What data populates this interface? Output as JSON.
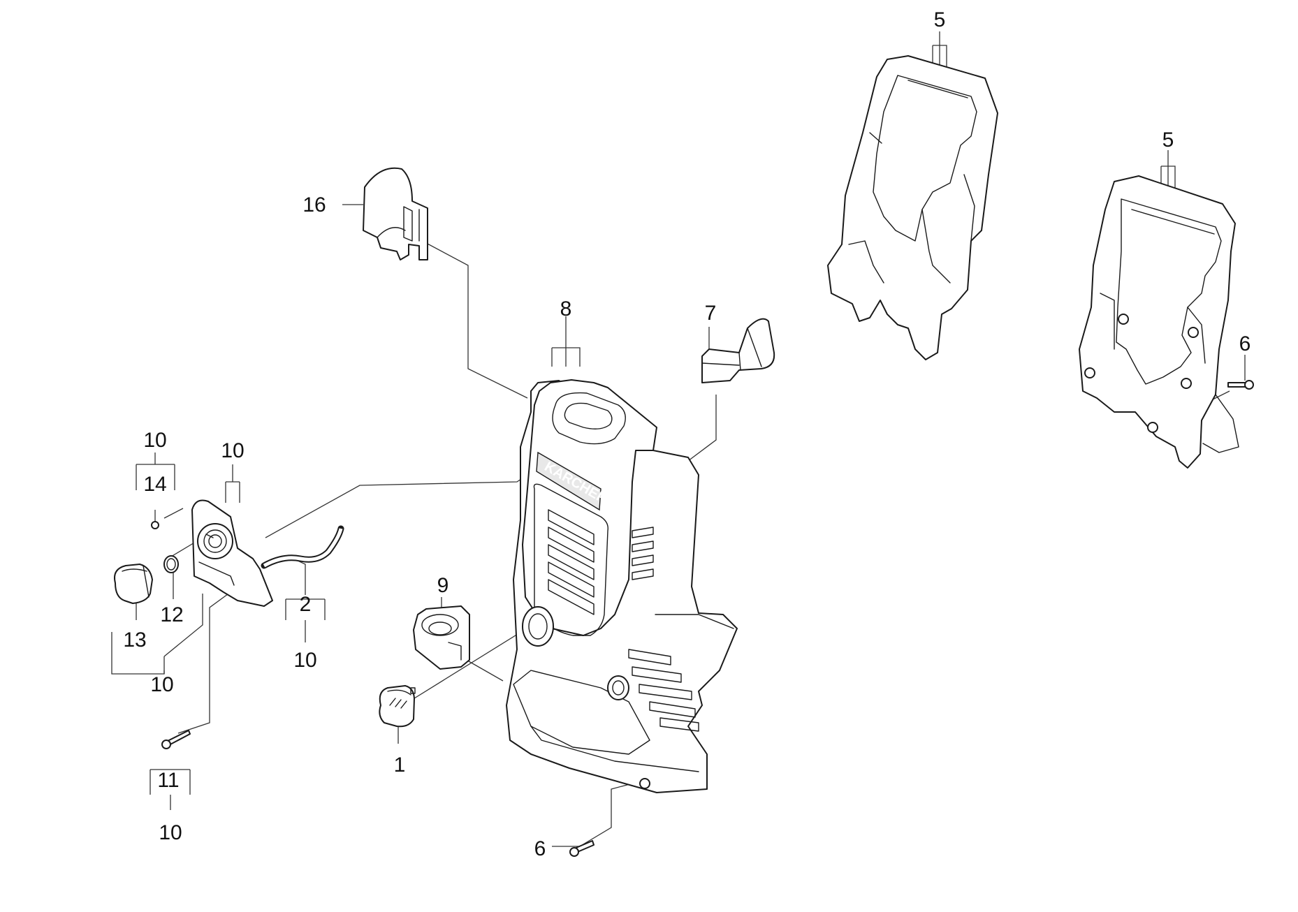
{
  "diagram": {
    "brand": "KARCHER",
    "callouts": {
      "c1": "1",
      "c2": "2",
      "c2_group": "10",
      "c5_a": "5",
      "c5_b": "5",
      "c6_a": "6",
      "c6_b": "6",
      "c7": "7",
      "c8": "8",
      "c9": "9",
      "c10_top": "10",
      "c10_hose": "10",
      "c10_left": "10",
      "c11": "11",
      "c11_group": "10",
      "c12": "12",
      "c13": "13",
      "c14": "14",
      "c16": "16"
    }
  }
}
